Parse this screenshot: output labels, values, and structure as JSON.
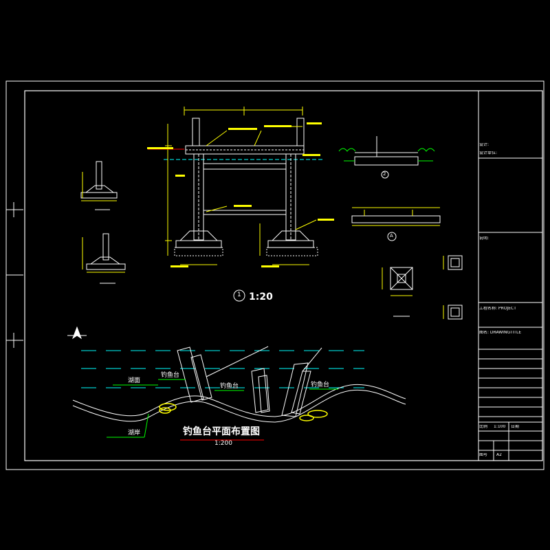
{
  "colors": {
    "background": "#000000",
    "frame": "#ffffff",
    "structure": "#ffffff",
    "dimension": "#ffff00",
    "water": "#00ffff",
    "vegetation": "#00ff00",
    "shore": "#ffff00",
    "callout": "#ff0000"
  },
  "drawing": {
    "section_tag": "1",
    "section_scale": "1:20",
    "plan_title": "钓鱼台平面布置图",
    "plan_scale": "1:200",
    "plan_labels": {
      "platform_1": "钓鱼台",
      "platform_2": "钓鱼台",
      "platform_3": "钓鱼台",
      "lake": "湖面",
      "bank": "湖岸"
    },
    "detail_tag": "A",
    "detail_2_tag": "2"
  },
  "title_block": {
    "design_label": "设计:",
    "unit_label": "设计单位:",
    "project_label": "工程名称: PROJECT",
    "drawing_title_label": "图名: DRAWINGTITLE",
    "notes_label": "说明:",
    "scale_label": "比例",
    "scale_value": "1:100",
    "date_label": "日期",
    "sheet_label": "图号",
    "sheet_value": "A2"
  }
}
